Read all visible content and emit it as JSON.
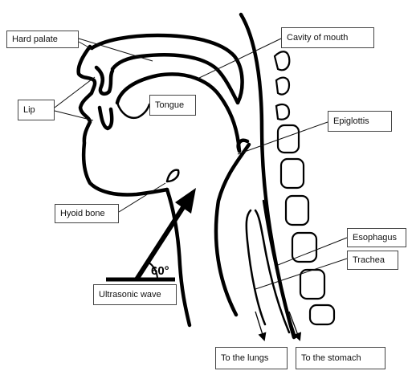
{
  "labels": {
    "hard_palate": "Hard palate",
    "cavity_of_mouth": "Cavity of mouth",
    "lip": "Lip",
    "tongue": "Tongue",
    "epiglottis": "Epiglottis",
    "hyoid_bone": "Hyoid bone",
    "esophagus": "Esophagus",
    "trachea": "Trachea",
    "ultrasonic_wave": "Ultrasonic wave",
    "to_the_lungs": "To the lungs",
    "to_the_stomach": "To the stomach"
  },
  "angle_label": "60°"
}
